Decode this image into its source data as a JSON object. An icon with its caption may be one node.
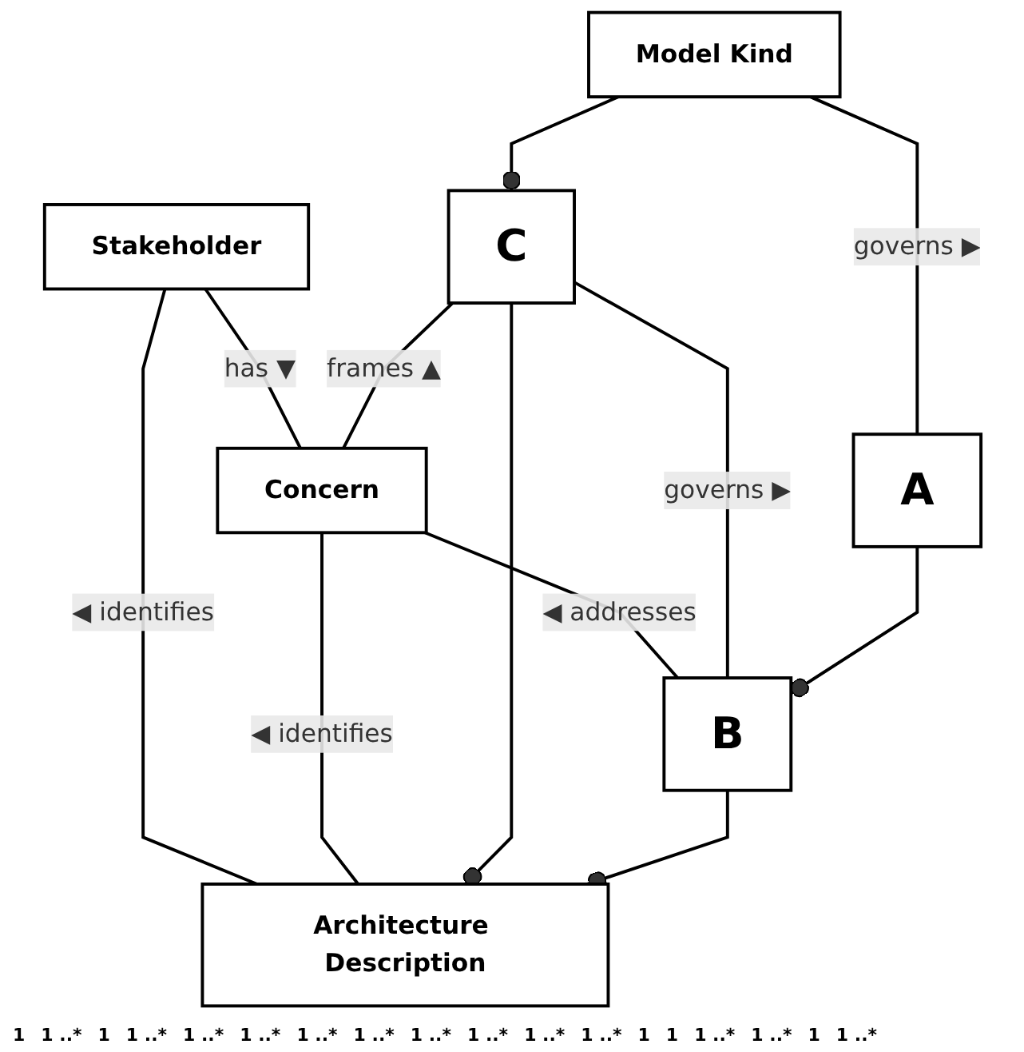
{
  "diagram": {
    "nodes": [
      {
        "text": [
          "Stakeholder"
        ]
      },
      {
        "text": [
          "Architecture Description"
        ]
      },
      {
        "text": [
          "Concern"
        ]
      },
      {
        "text": [
          "C"
        ]
      },
      {
        "text": [
          "B"
        ]
      },
      {
        "text": [
          "Model Kind"
        ]
      },
      {
        "text": [
          "A"
        ]
      }
    ],
    "edges": [
      {
        "from": 0,
        "to": 1,
        "arrow": "none",
        "label": "◀ identifies"
      },
      {
        "from": 0,
        "to": 2,
        "arrow": "none",
        "label": "has ▼"
      },
      {
        "from": 2,
        "to": 1,
        "arrow": "none",
        "label": "◀ identifies"
      },
      {
        "from": 2,
        "to": 4,
        "arrow": "none",
        "label": "◀ addresses"
      },
      {
        "from": 3,
        "to": 2,
        "arrow": "none",
        "label": "frames ▲"
      },
      {
        "from": 3,
        "to": 1,
        "arrow": "other"
      },
      {
        "from": 4,
        "to": 1,
        "arrow": "other"
      },
      {
        "from": 3,
        "to": 4,
        "arrow": "none",
        "label": "governs ▶"
      },
      {
        "from": 5,
        "to": 3,
        "arrow": "other"
      },
      {
        "from": 6,
        "to": 4,
        "arrow": "other"
      },
      {
        "from": 5,
        "to": 6,
        "arrow": "none",
        "label": "governs ▶"
      }
    ],
    "labels": [
      "1",
      "1 ..*",
      "1",
      "1 ..*",
      "1 ..*",
      "1 ..*",
      "1 ..*",
      "1 ..*",
      "1 ..*",
      "1 ..*",
      "1 ..*",
      "1 ..*",
      "1",
      "1",
      "1 ..*",
      "1 ..*",
      "1",
      "1 ..*"
    ]
  }
}
